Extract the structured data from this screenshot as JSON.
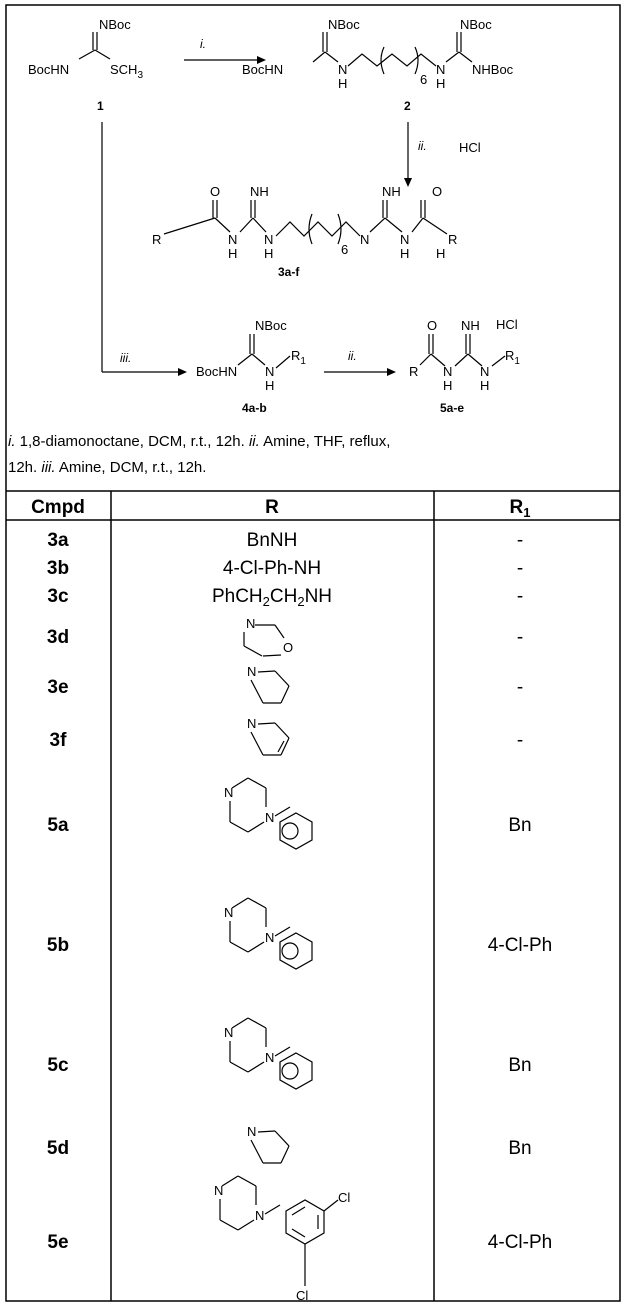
{
  "scheme": {
    "compound1": {
      "label": "1",
      "nboc": "NBoc",
      "bochn": "BocHN",
      "sch": "SCH",
      "sub3": "3"
    },
    "compound2": {
      "label": "2",
      "nboc": "NBoc",
      "bochn": "BocHN",
      "nhboc": "NHBoc",
      "n": "N",
      "h": "H",
      "six": "6"
    },
    "compound3": {
      "label": "3a-f",
      "o": "O",
      "nh": "NH",
      "r": "R",
      "n": "N",
      "h": "H",
      "six": "6",
      "hcl": "HCl"
    },
    "compound4": {
      "label": "4a-b",
      "nboc": "NBoc",
      "bochn": "BocHN",
      "n": "N",
      "h": "H",
      "r": "R",
      "sub1": "1"
    },
    "compound5": {
      "label": "5a-e",
      "o": "O",
      "nh": "NH",
      "hcl": "HCl",
      "r": "R",
      "n": "N",
      "h": "H",
      "sub1": "1"
    },
    "step_i": "i.",
    "step_ii": "ii.",
    "step_iii": "iii."
  },
  "caption": {
    "line1": [
      {
        "t": "i.",
        "italic": true
      },
      {
        "t": " 1,8-diamonoctane, DCM, r.t., 12h. ",
        "italic": false
      },
      {
        "t": "ii.",
        "italic": true
      },
      {
        "t": " Amine, THF, reflux,",
        "italic": false
      }
    ],
    "line2": [
      {
        "t": "12h. ",
        "italic": false
      },
      {
        "t": "iii.",
        "italic": true
      },
      {
        "t": " Amine, DCM, r.t., 12h.",
        "italic": false
      }
    ]
  },
  "table": {
    "headers": {
      "cmpd": "Cmpd",
      "r": "R",
      "r1": "R",
      "r1_sub": "1"
    },
    "rows": [
      {
        "cmpd": "3a",
        "r": "BnNH",
        "r1": "-"
      },
      {
        "cmpd": "3b",
        "r": "4-Cl-Ph-NH",
        "r1": "-"
      },
      {
        "cmpd": "3c",
        "r": "PhCH2CH2NH",
        "r_main": "PhCH",
        "r_s1": "2",
        "r_mid": "CH",
        "r_s2": "2",
        "r_end": "NH",
        "r1": "-"
      },
      {
        "cmpd": "3d",
        "r_struct": "morpholine",
        "r1": "-"
      },
      {
        "cmpd": "3e",
        "r_struct": "pyrrolidine",
        "r1": "-"
      },
      {
        "cmpd": "3f",
        "r_struct": "pyrroline",
        "r1": "-"
      },
      {
        "cmpd": "5a",
        "r_struct": "phenylpiperazine",
        "r1": "Bn"
      },
      {
        "cmpd": "5b",
        "r_struct": "phenylpiperazine",
        "r1": "4-Cl-Ph"
      },
      {
        "cmpd": "5c",
        "r_struct": "phenylpiperazine",
        "r1": "Bn"
      },
      {
        "cmpd": "5d",
        "r_struct": "pyrrolidine",
        "r1": "Bn"
      },
      {
        "cmpd": "5e",
        "r_struct": "dichlorophenylpiperazine",
        "r1": "4-Cl-Ph"
      }
    ],
    "atoms": {
      "n": "N",
      "o": "O",
      "cl": "Cl"
    }
  }
}
